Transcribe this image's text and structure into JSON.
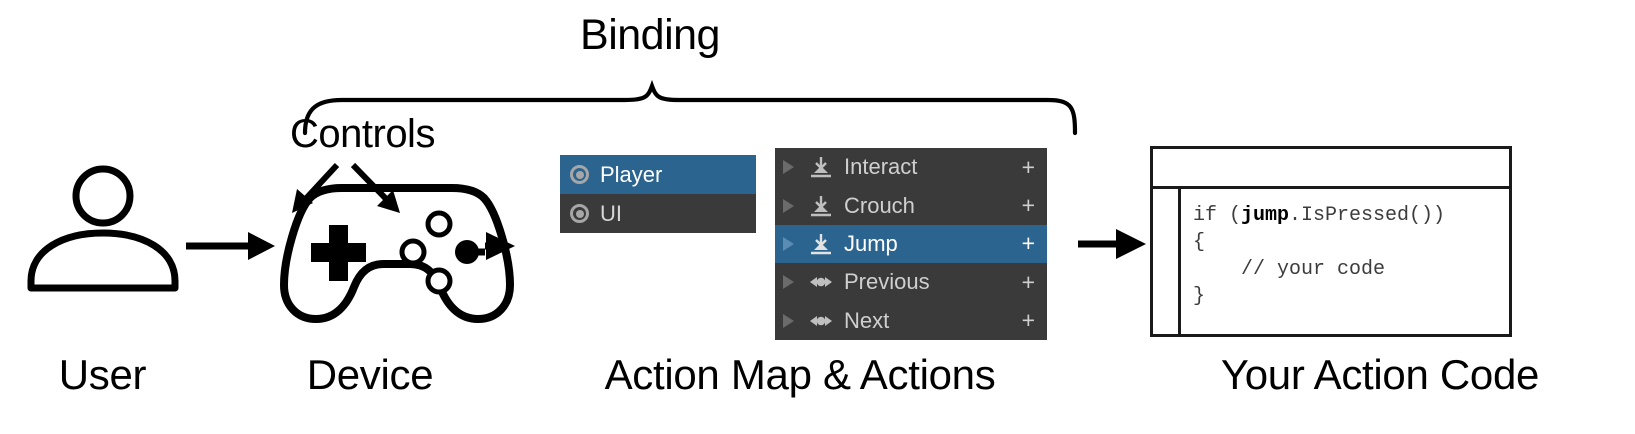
{
  "diagram": {
    "top_labels": {
      "binding": "Binding",
      "controls": "Controls"
    },
    "captions": {
      "user": "User",
      "device": "Device",
      "action_map": "Action Map & Actions",
      "code": "Your Action Code"
    },
    "icons": {
      "user": "user-person-icon",
      "device": "gamepad-controller-icon",
      "arrow": "arrow-right-icon",
      "brace": "curly-brace-icon"
    }
  },
  "action_map_panel": {
    "name": "action-map-list",
    "rows": [
      {
        "label": "Player",
        "icon": "radio-button-icon",
        "selected": true
      },
      {
        "label": "UI",
        "icon": "radio-button-icon",
        "selected": false
      }
    ]
  },
  "actions_panel": {
    "name": "actions-list",
    "add_label": "+",
    "rows": [
      {
        "label": "Interact",
        "icon": "button-action-icon",
        "selected": false,
        "expanded": false
      },
      {
        "label": "Crouch",
        "icon": "button-action-icon",
        "selected": false,
        "expanded": false
      },
      {
        "label": "Jump",
        "icon": "button-action-icon",
        "selected": true,
        "expanded": false
      },
      {
        "label": "Previous",
        "icon": "axis-action-icon",
        "selected": false,
        "expanded": false
      },
      {
        "label": "Next",
        "icon": "axis-action-icon",
        "selected": false,
        "expanded": false
      }
    ]
  },
  "code_window": {
    "title": "",
    "lines": [
      {
        "pre": "if (",
        "bold": "jump",
        "post": ".IsPressed())"
      },
      {
        "pre": "{",
        "bold": "",
        "post": ""
      },
      {
        "pre": "    // your code",
        "bold": "",
        "post": ""
      },
      {
        "pre": "}",
        "bold": "",
        "post": ""
      }
    ]
  },
  "colors": {
    "selection_blue": "#2c6490",
    "panel_dark": "#3a3a3a",
    "text_light": "#cfcfcf",
    "ink": "#000000",
    "background": "#ffffff"
  }
}
